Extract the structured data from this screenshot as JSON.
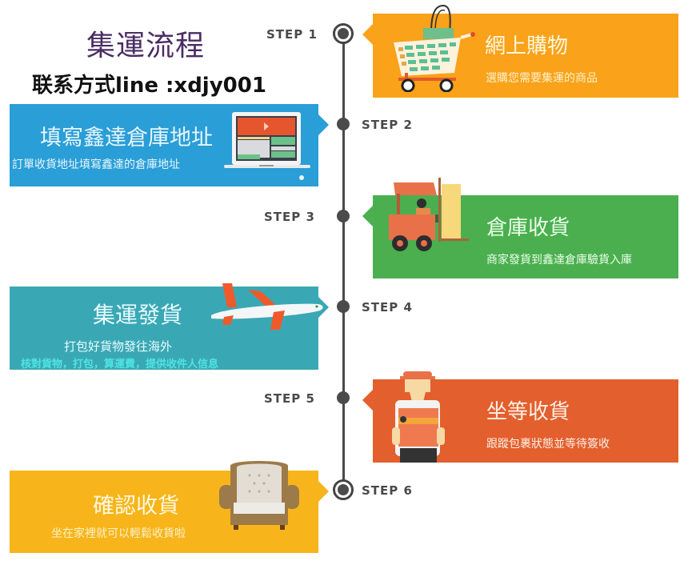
{
  "header": {
    "title": "集運流程",
    "contact": "联系方式line :xdjy001"
  },
  "colors": {
    "step1": "#F9A21A",
    "step2": "#2A9ED6",
    "step3": "#4BAF4F",
    "step4": "#3AA8B4",
    "step5": "#E35F2D",
    "step6": "#F7B51B",
    "timeline": "#4a4a4a",
    "title": "#4a2d64"
  },
  "steps": [
    {
      "label": "STEP 1",
      "title": "網上購物",
      "subtitle": "選購您需要集運的商品",
      "icon": "shopping-cart-icon"
    },
    {
      "label": "STEP 2",
      "title": "填寫鑫達倉庫地址",
      "subtitle": "訂單收貨地址填寫鑫達的倉庫地址",
      "icon": "laptop-icon"
    },
    {
      "label": "STEP 3",
      "title": "倉庫收貨",
      "subtitle": "商家發貨到鑫達倉庫驗貨入庫",
      "icon": "forklift-icon"
    },
    {
      "label": "STEP 4",
      "title": "集運發貨",
      "subtitle": "打包好貨物發往海外",
      "note": "核對貨物，打包，算運費，提供收件人信息",
      "icon": "airplane-icon"
    },
    {
      "label": "STEP 5",
      "title": "坐等收貨",
      "subtitle": "跟蹤包裹狀態並等待簽收",
      "icon": "delivery-man-icon"
    },
    {
      "label": "STEP 6",
      "title": "確認收貨",
      "subtitle": "坐在家裡就可以輕鬆收貨啦",
      "icon": "armchair-icon"
    }
  ]
}
